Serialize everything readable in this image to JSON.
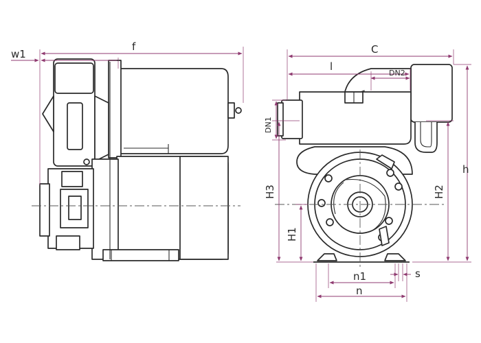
{
  "labels": {
    "w1": "w1",
    "f": "f",
    "c": "C",
    "l": "l",
    "dn1": "DN1",
    "dn2": "DN2",
    "h": "h",
    "h1": "H1",
    "h2": "H2",
    "h3": "H3",
    "n": "n",
    "n1": "n1",
    "s": "s"
  },
  "colors": {
    "outline": "#2a2a2a",
    "dimension": "#8f3a70",
    "centerline": "#555555"
  }
}
